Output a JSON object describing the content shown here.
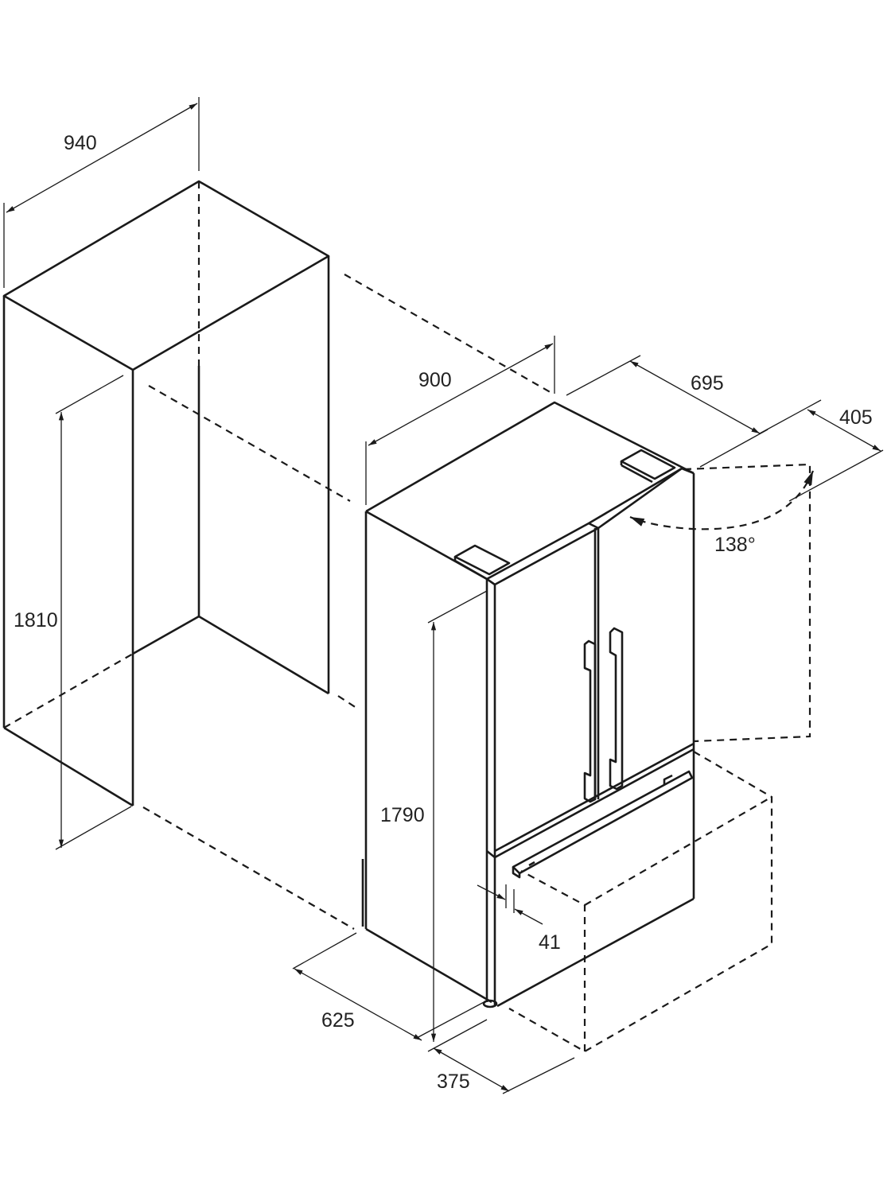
{
  "dimensions": {
    "niche_width": "940",
    "niche_height": "1810",
    "fridge_width": "900",
    "fridge_height": "1790",
    "fridge_depth": "625",
    "door_open_depth": "695",
    "door_width_open": "405",
    "door_angle": "138°",
    "drawer_depth": "375",
    "gap": "41"
  },
  "colors": {
    "line": "#1a1a1a",
    "background": "#ffffff"
  }
}
